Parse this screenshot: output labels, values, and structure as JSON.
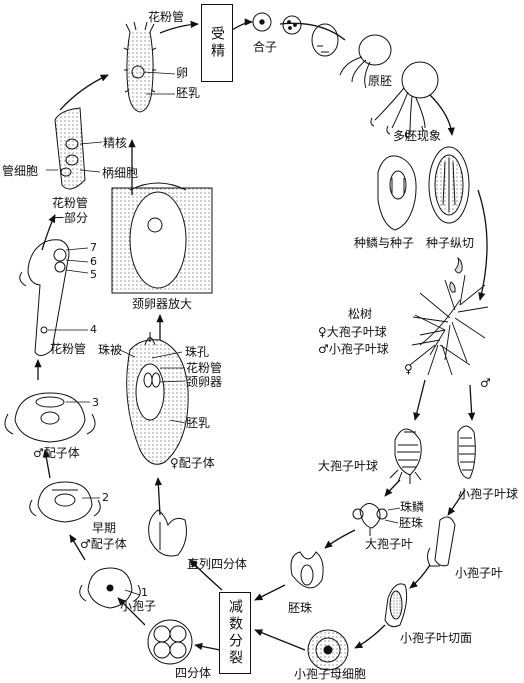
{
  "boxes": {
    "fertilization": "受精",
    "meiosis": "减数分裂"
  },
  "labels": {
    "pollen_tube_top": "花粉管",
    "egg": "卵",
    "endosperm_top": "胚乳",
    "zygote": "合子",
    "proembryo": "原胚",
    "polyembryony": "多胚现象",
    "sperm_nucleus": "精核",
    "tube_cell": "管细胞",
    "stalk_cell": "柄细胞",
    "pollen_tube_part_1": "花粉管",
    "pollen_tube_part_2": "一部分",
    "seed_scale_and_seed": "种鳞与种子",
    "seed_longitudinal": "种子纵切",
    "archegonium_enlarged": "颈卵器放大",
    "num_7": "7",
    "num_6": "6",
    "num_5": "5",
    "num_4": "4",
    "num_3": "3",
    "num_2": "2",
    "num_1": "1",
    "pollen_tube_mid": "花粉管",
    "integument": "珠被",
    "micropyle": "珠孔",
    "pollen_tube_arch": "花粉管",
    "archegonium": "颈卵器",
    "endosperm_mid": "胚乳",
    "pine": "松树",
    "female_cone": "♀大孢子叶球",
    "male_cone": "♂小孢子叶球",
    "female_sign": "♀",
    "male_sign": "♂",
    "male_gametophyte": "♂配子体",
    "female_gametophyte": "♀配子体",
    "megasporangiate_strobilus": "大孢子叶球",
    "microsporangiate_strobilus": "小孢子叶球",
    "ovuliferous_scale": "珠鳞",
    "ovule_1": "胚珠",
    "megasporophyll": "大孢子叶",
    "microsporophyll": "小孢子叶",
    "early": "早期",
    "male_gametophyte_early": "♂配子体",
    "linear_tetrad": "直列四分体",
    "ovule_2": "胚珠",
    "microsporophyll_section": "小孢子叶切面",
    "microspore": "小孢子",
    "tetrad": "四分体",
    "microspore_mother_cell": "小孢子母细胞"
  }
}
